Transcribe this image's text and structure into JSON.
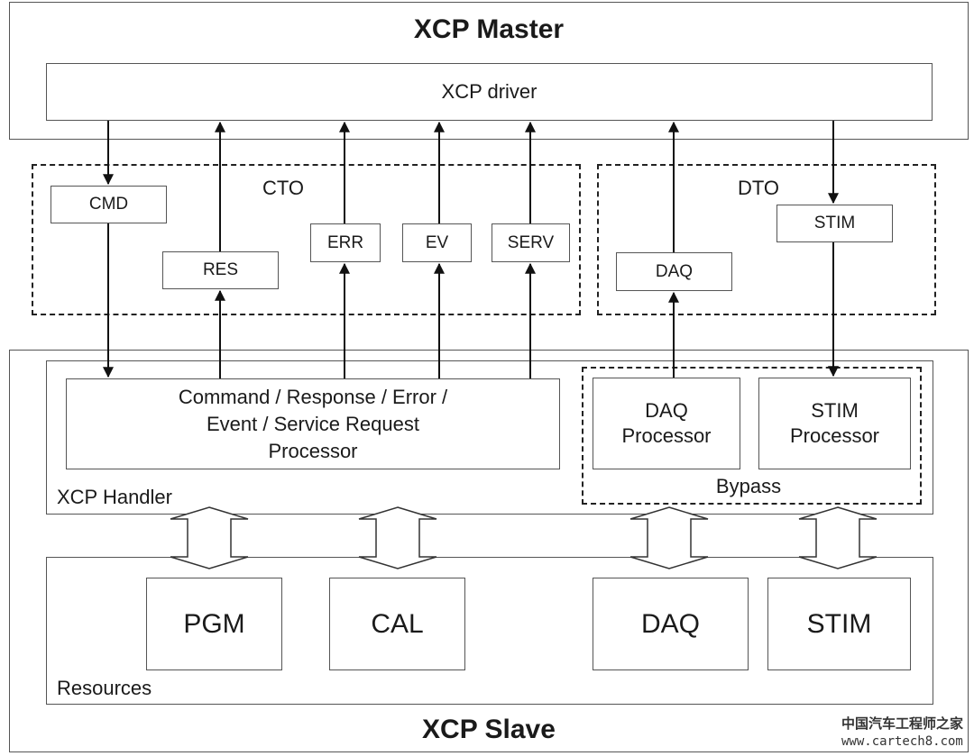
{
  "master": {
    "title": "XCP Master",
    "driver": "XCP driver"
  },
  "cto": {
    "label": "CTO",
    "packets": {
      "cmd": "CMD",
      "res": "RES",
      "err": "ERR",
      "ev": "EV",
      "serv": "SERV"
    }
  },
  "dto": {
    "label": "DTO",
    "packets": {
      "daq": "DAQ",
      "stim": "STIM"
    }
  },
  "slave": {
    "title": "XCP Slave",
    "handler": {
      "label": "XCP Handler",
      "processor_lines": [
        "Command / Response / Error /",
        "Event / Service Request",
        "Processor"
      ],
      "bypass": {
        "label": "Bypass",
        "daq_processor": [
          "DAQ",
          "Processor"
        ],
        "stim_processor": [
          "STIM",
          "Processor"
        ]
      }
    },
    "resources": {
      "label": "Resources",
      "items": {
        "pgm": "PGM",
        "cal": "CAL",
        "daq": "DAQ",
        "stim": "STIM"
      }
    }
  },
  "watermark": {
    "text": "中国汽车工程师之家",
    "url": "www.cartech8.com"
  }
}
